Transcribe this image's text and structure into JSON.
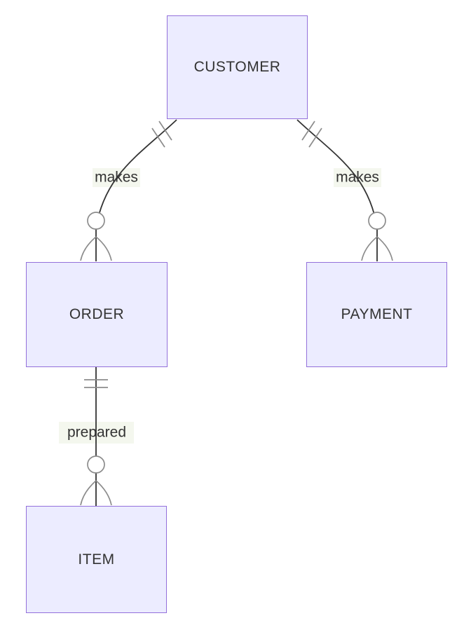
{
  "diagram": {
    "kind": "entity-relationship",
    "entities": [
      {
        "name": "CUSTOMER"
      },
      {
        "name": "ORDER"
      },
      {
        "name": "PAYMENT"
      },
      {
        "name": "ITEM"
      }
    ],
    "relationships": [
      {
        "from": "CUSTOMER",
        "to": "ORDER",
        "label": "makes",
        "from_cardinality": "exactly-one",
        "to_cardinality": "zero-or-many"
      },
      {
        "from": "CUSTOMER",
        "to": "PAYMENT",
        "label": "makes",
        "from_cardinality": "exactly-one",
        "to_cardinality": "zero-or-many"
      },
      {
        "from": "ORDER",
        "to": "ITEM",
        "label": "prepared",
        "from_cardinality": "exactly-one",
        "to_cardinality": "zero-or-many"
      }
    ],
    "colors": {
      "background": "#FFFFFF",
      "entity_fill": "#ECECFF",
      "entity_border": "#9370DB",
      "relationship_line": "#333333",
      "cardinality_marker": "#8C8C8C",
      "label_background": "#F4F7EE",
      "text": "#333333"
    }
  }
}
